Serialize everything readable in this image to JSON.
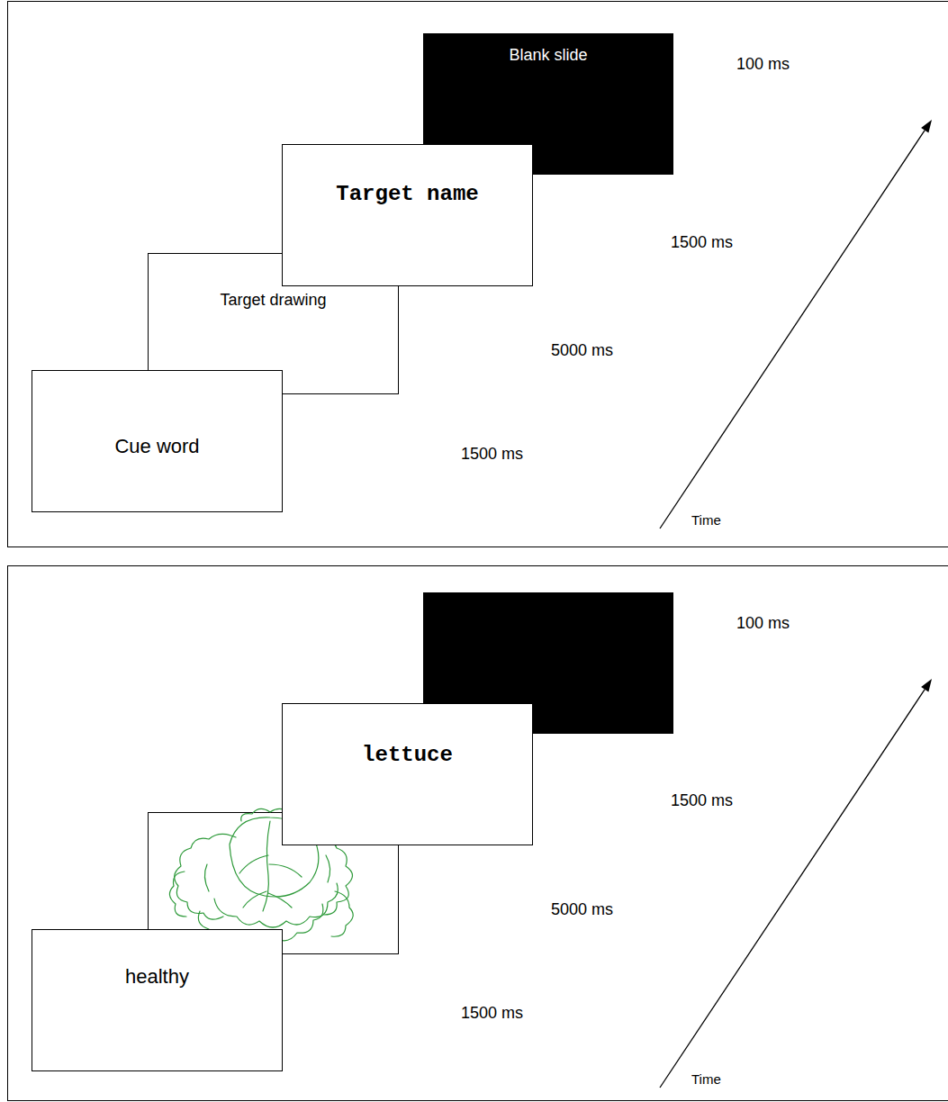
{
  "diagram": {
    "nodes": [
      {
        "text": [
          "Cue word"
        ]
      },
      {
        "text": [
          "Target drawing"
        ]
      },
      {
        "text": [
          "Target name"
        ]
      },
      {
        "text": [
          "Blank slide"
        ]
      },
      {
        "text": [
          "healthy"
        ]
      },
      {
        "text": [
          "lettuce"
        ]
      }
    ],
    "labels": [
      "100 ms",
      "1500 ms",
      "5000 ms",
      "1500 ms",
      "Time",
      "100 ms",
      "1500 ms",
      "5000 ms",
      "1500 ms",
      "Time"
    ]
  }
}
